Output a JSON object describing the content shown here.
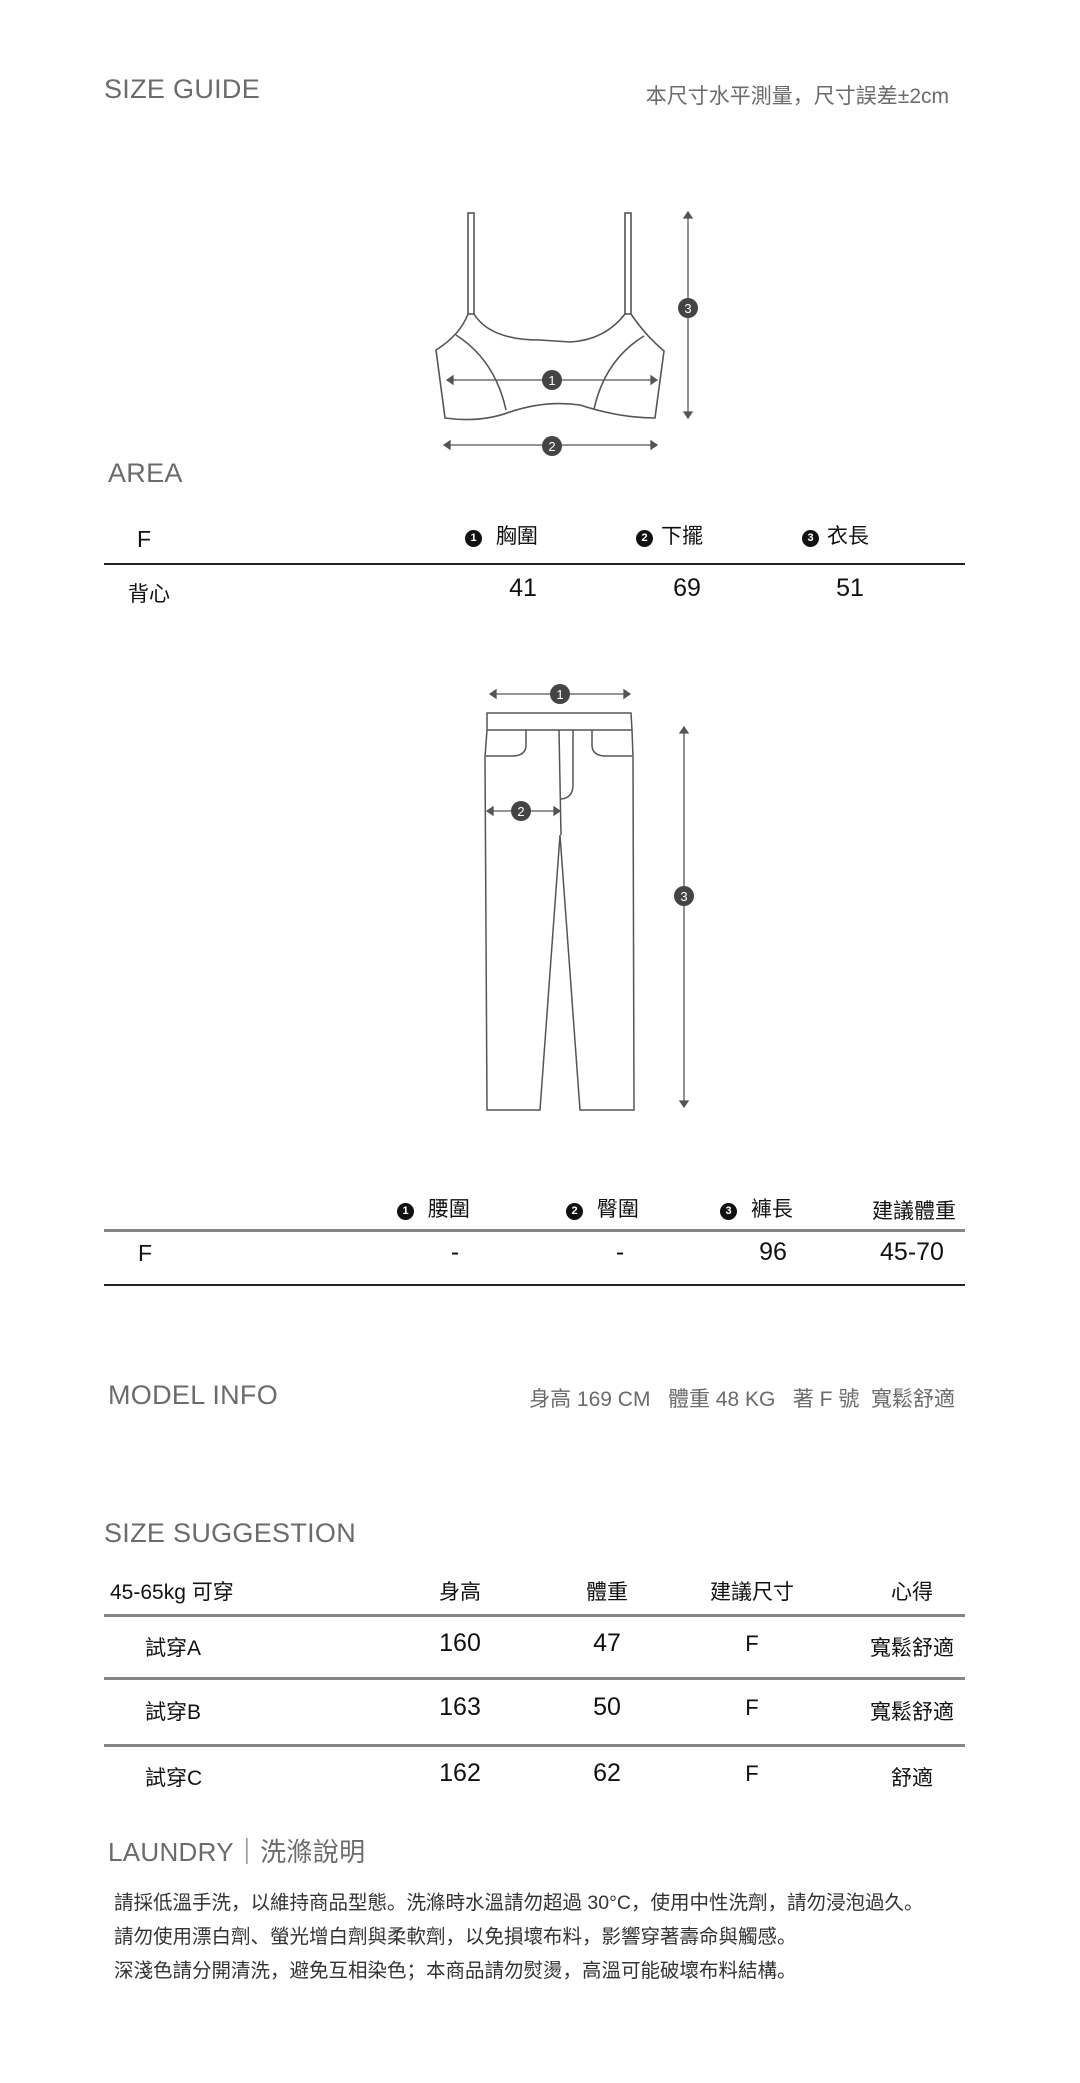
{
  "size_guide": {
    "title": "SIZE GUIDE",
    "note": "本尺寸水平測量，尺寸誤差±2cm"
  },
  "top_diagram": {
    "icon": "camisole-diagram",
    "markers": [
      "1",
      "2",
      "3"
    ]
  },
  "area_table": {
    "title": "AREA",
    "size_label": "F",
    "headers": [
      {
        "num": "1",
        "label": "胸圍"
      },
      {
        "num": "2",
        "label": "下擺"
      },
      {
        "num": "3",
        "label": "衣長"
      }
    ],
    "rows": [
      {
        "name": "背心",
        "values": [
          "41",
          "69",
          "51"
        ]
      }
    ]
  },
  "bottom_diagram": {
    "icon": "pants-diagram",
    "markers": [
      "1",
      "2",
      "3"
    ]
  },
  "pants_table": {
    "headers": [
      {
        "num": "1",
        "label": "腰圍"
      },
      {
        "num": "2",
        "label": "臀圍"
      },
      {
        "num": "3",
        "label": "褲長"
      },
      {
        "num": "",
        "label": "建議體重"
      }
    ],
    "rows": [
      {
        "name": "F",
        "values": [
          "-",
          "-",
          "96",
          "45-70"
        ]
      }
    ]
  },
  "model_info": {
    "title": "MODEL INFO",
    "details": "身高 169 CM   體重 48 KG   著 F 號  寬鬆舒適"
  },
  "size_suggestion": {
    "title": "SIZE SUGGESTION",
    "headers": [
      "45-65kg 可穿",
      "身高",
      "體重",
      "建議尺寸",
      "心得"
    ],
    "rows": [
      {
        "name": "試穿A",
        "height": "160",
        "weight": "47",
        "size": "F",
        "comment": "寬鬆舒適"
      },
      {
        "name": "試穿B",
        "height": "163",
        "weight": "50",
        "size": "F",
        "comment": "寬鬆舒適"
      },
      {
        "name": "試穿C",
        "height": "162",
        "weight": "62",
        "size": "F",
        "comment": "舒適"
      }
    ]
  },
  "laundry": {
    "title": "LAUNDRY｜洗滌說明",
    "lines": [
      "請採低溫手洗，以維持商品型態。洗滌時水溫請勿超過 30°C，使用中性洗劑，請勿浸泡過久。",
      "請勿使用漂白劑、螢光增白劑與柔軟劑，以免損壞布料，影響穿著壽命與觸感。",
      "深淺色請分開清洗，避免互相染色；本商品請勿熨燙，高溫可能破壞布料結構。"
    ]
  },
  "colors": {
    "title_grey": "#6b6b6b",
    "text": "#111111",
    "rule_dark": "#222222",
    "rule_grey": "#858585",
    "diagram_line": "#555555",
    "badge": "#444444"
  }
}
